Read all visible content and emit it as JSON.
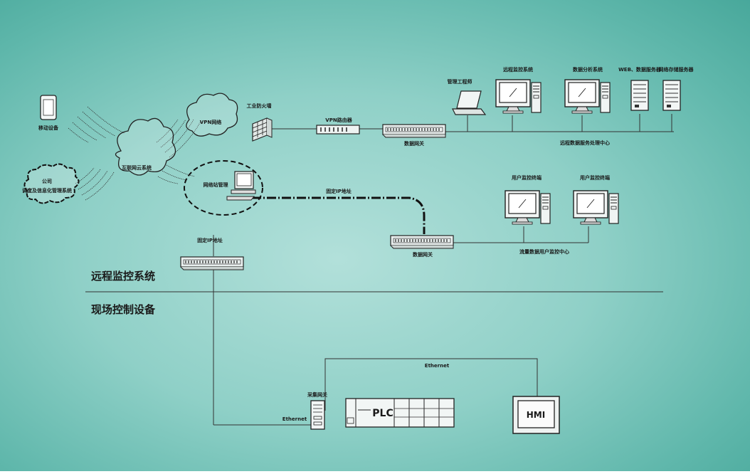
{
  "sections": {
    "remote": "远程监控系统",
    "field": "现场控制设备"
  },
  "labels": {
    "mobile": "移动设备",
    "company_line1": "公司",
    "company_line2": "调度及信息化管理系统",
    "internet": "互联网云系统",
    "vpn_network": "VPN网络",
    "firewall": "工业防火墙",
    "vpn_router": "VPN路由器",
    "data_gateway_top": "数据网关",
    "laptop": "管理工程师",
    "monitor1": "远程监控系统",
    "monitor2": "数据分析系统",
    "server1": "WEB、数据服务器",
    "server2": "网络存储服务器",
    "top_center": "远程数据服务处理中心",
    "network_station": "网络站管理",
    "ip_address_h": "固定IP地址",
    "ip_address_v": "固定IP地址",
    "terminal1": "用户监控终端",
    "terminal2": "用户监控终端",
    "data_gateway_mid": "数据网关",
    "user_center": "流量数据用户监控中心",
    "collect_gateway": "采集网关",
    "ethernet_top": "Ethernet",
    "ethernet_left": "Ethernet",
    "plc": "PLC",
    "hmi": "HMI"
  }
}
